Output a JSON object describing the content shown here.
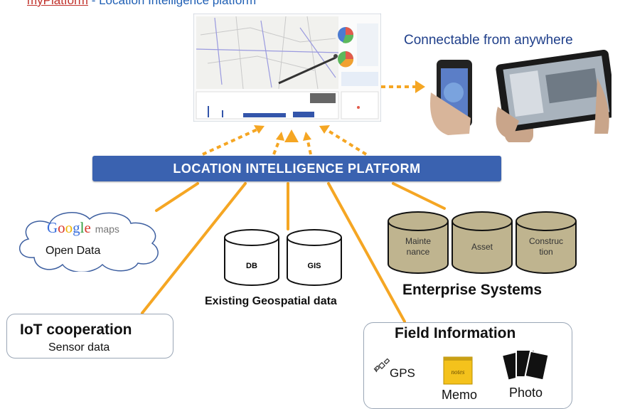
{
  "header": {
    "underlined": "myPlatform",
    "rest": " - Location Intelligence platform"
  },
  "connect_text": "Connectable from anywhere",
  "platform_label": "LOCATION INTELLIGENCE  PLATFORM",
  "google": {
    "letters": [
      "G",
      "o",
      "o",
      "g",
      "l",
      "e"
    ],
    "letter_colors": [
      "#3b6fdc",
      "#d93a2e",
      "#f0b400",
      "#3b6fdc",
      "#2e9b3a",
      "#d93a2e"
    ],
    "maps": "maps"
  },
  "open_data": "Open Data",
  "databases": [
    "DB",
    "GIS"
  ],
  "existing_label": "Existing Geospatial data",
  "enterprise": {
    "items": [
      [
        "Mainte",
        "nance"
      ],
      [
        "Asset"
      ],
      [
        "Construc",
        "tion"
      ]
    ],
    "label": "Enterprise Systems"
  },
  "iot": {
    "title": "IoT cooperation",
    "subtitle": "Sensor data"
  },
  "field": {
    "title": "Field Information",
    "gps": "GPS",
    "notes": "notes",
    "memo": "Memo",
    "photo": "Photo"
  },
  "colors": {
    "accent_orange": "#f5a623",
    "banner_blue": "#3a62b0",
    "cylinder_tan": "#bfb48f",
    "header_blue": "#1f5fb4"
  }
}
